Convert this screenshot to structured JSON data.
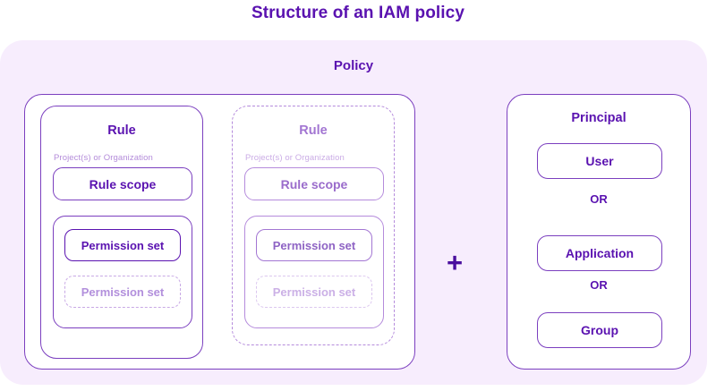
{
  "title": "Structure of an IAM policy",
  "colors": {
    "title": "#5A12B0",
    "panel_background": "#F7EDFD",
    "border": "#7B3FBF",
    "ghost_border": "#B58BDC",
    "ghost_text": "#A275D2",
    "plus": "#4A0F9E",
    "card_background": "#FFFFFF"
  },
  "policy": {
    "label": "Policy",
    "rules": [
      {
        "state": "solid",
        "title": "Rule",
        "scope_label": "Project(s) or Organization",
        "scope_box": "Rule scope",
        "permission_sets": [
          {
            "label": "Permission set",
            "style": "solid"
          },
          {
            "label": "Permission set",
            "style": "dashed"
          }
        ]
      },
      {
        "state": "ghost",
        "title": "Rule",
        "scope_label": "Project(s) or Organization",
        "scope_box": "Rule scope",
        "permission_sets": [
          {
            "label": "Permission set",
            "style": "solid"
          },
          {
            "label": "Permission set",
            "style": "dashed"
          }
        ]
      }
    ],
    "connector": "+",
    "principal": {
      "title": "Principal",
      "items": [
        "User",
        "Application",
        "Group"
      ],
      "separators": [
        "OR",
        "OR"
      ]
    }
  }
}
